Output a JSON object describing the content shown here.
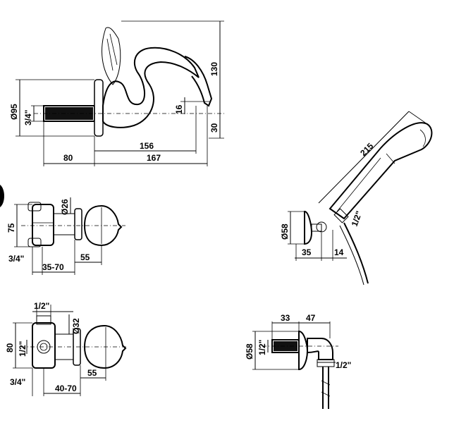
{
  "swan_view": {
    "d_flange": "Ø95",
    "thread": "3/4\"",
    "height_total": "130",
    "offset_small": "16",
    "axis_height": "30",
    "len_156": "156",
    "len_80": "80",
    "len_167": "167"
  },
  "valve_top": {
    "height": "75",
    "stem_d": "Ø26",
    "thread": "3/4\"",
    "range": "35-70",
    "depth": "55"
  },
  "valve_bottom": {
    "top_thread": "1/2\"",
    "stem_d": "Ø32",
    "height": "80",
    "side_thread": "1/2\"",
    "bottom_thread": "3/4\"",
    "range": "40-70",
    "depth": "55"
  },
  "hand_shower": {
    "length": "215",
    "bracket_d": "Ø58",
    "thread": "1/2\"",
    "offset_a": "35",
    "offset_b": "14"
  },
  "wall_outlet": {
    "width_a": "33",
    "width_b": "47",
    "d": "Ø58",
    "thread_in": "1/2\"",
    "thread_out": "1/2\""
  }
}
